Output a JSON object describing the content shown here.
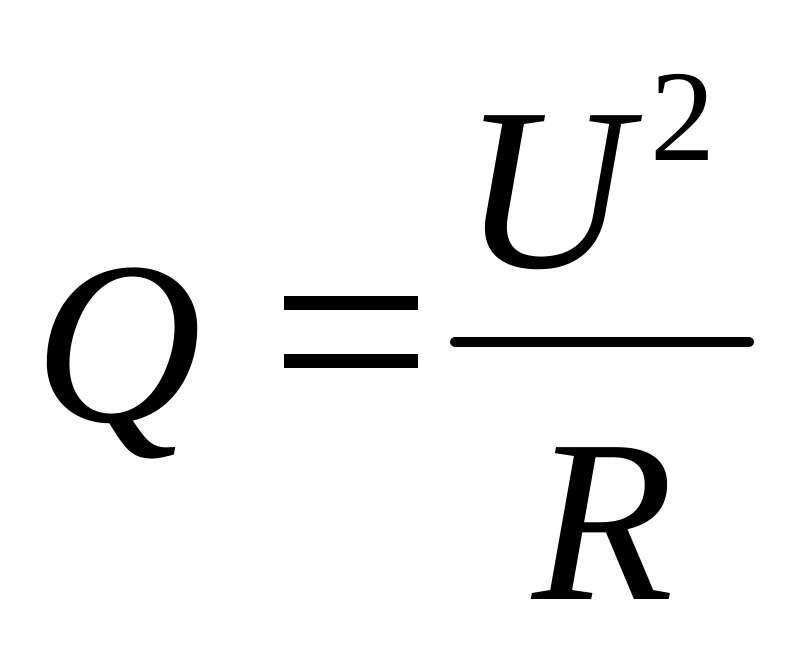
{
  "formula": {
    "lhs": "Q",
    "equals": "=",
    "numerator": {
      "base": "U",
      "exponent": "2"
    },
    "denominator": "R"
  }
}
